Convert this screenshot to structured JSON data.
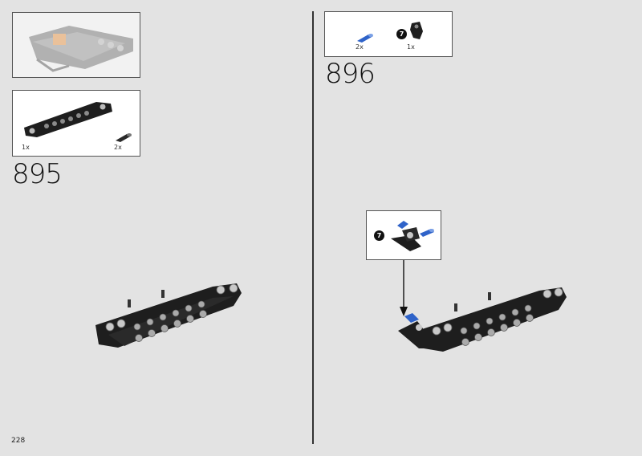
{
  "page": {
    "number": "228"
  },
  "left": {
    "step": "895",
    "parts": [
      {
        "qty": "1x",
        "icon": "black-technic-beam-frame"
      },
      {
        "qty": "2x",
        "icon": "black-connector-pin"
      }
    ]
  },
  "right": {
    "step": "896",
    "parts": [
      {
        "qty": "2x",
        "icon": "blue-axle-pin"
      },
      {
        "qty": "1x",
        "icon": "black-angle-connector",
        "badge": "7"
      }
    ],
    "callout": {
      "badge": "7"
    }
  },
  "colors": {
    "accent_blue": "#2f63c9",
    "part_black": "#1e1e1e",
    "orange": "#e07f2e"
  }
}
